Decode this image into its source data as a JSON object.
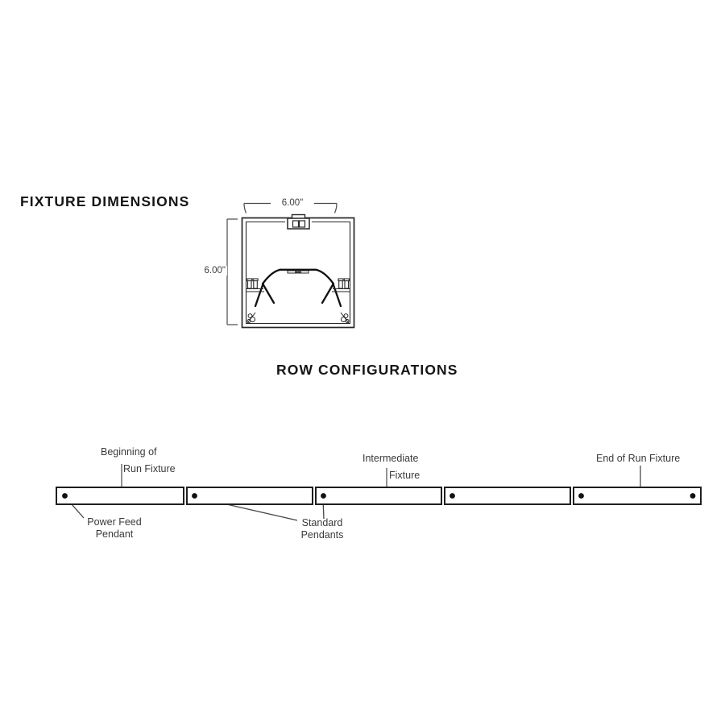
{
  "page": {
    "background": "#ffffff",
    "line_color": "#262626",
    "leader_color_gray": "#7d7d7d",
    "leader_color_dark": "#454545",
    "text_color": "#3a3a3a",
    "title_color": "#151515",
    "dot_color": "#111111"
  },
  "fixture_dimensions": {
    "title": "FIXTURE DIMENSIONS",
    "width_label": "6.00\"",
    "height_label": "6.00\""
  },
  "row_configurations": {
    "title": "ROW CONFIGURATIONS",
    "figure": {
      "segments": 5,
      "pendant_dots": 6
    },
    "labels": {
      "beginning_line1": "Beginning of",
      "beginning_line2": "Run Fixture",
      "intermediate_line1": "Intermediate",
      "intermediate_line2": "Fixture",
      "end_of_run": "End of Run Fixture",
      "power_feed_line1": "Power Feed",
      "power_feed_line2": "Pendant",
      "standard_line1": "Standard",
      "standard_line2": "Pendants"
    }
  }
}
